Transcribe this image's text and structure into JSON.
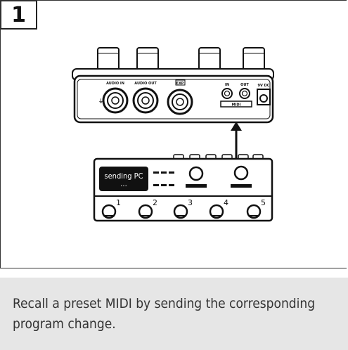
{
  "step": {
    "number": "1"
  },
  "device": {
    "jacks": {
      "audio_in": "AUDIO IN",
      "audio_out": "AUDIO OUT",
      "exp": "EXP",
      "midi_in": "IN",
      "midi_out": "OUT",
      "midi": "MIDI",
      "power": "9V DC"
    }
  },
  "controller": {
    "screen_line1": "sending PC",
    "screen_line2": "...",
    "switches": [
      "1",
      "2",
      "3",
      "4",
      "5"
    ]
  },
  "caption": "Recall a preset MIDI by sending the corresponding program change."
}
